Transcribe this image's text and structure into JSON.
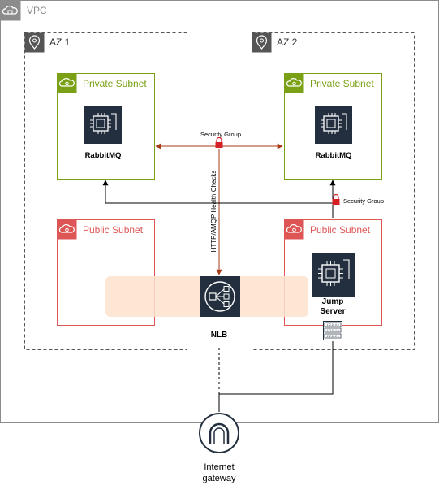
{
  "vpc": {
    "label": "VPC"
  },
  "az1": {
    "label": "AZ 1"
  },
  "az2": {
    "label": "AZ 2"
  },
  "private_subnet_1": {
    "label": "Private Subnet"
  },
  "private_subnet_2": {
    "label": "Private Subnet"
  },
  "public_subnet_1": {
    "label": "Public Subnet"
  },
  "public_subnet_2": {
    "label": "Public Subnet"
  },
  "rabbitmq_1": {
    "label": "RabbitMQ"
  },
  "rabbitmq_2": {
    "label": "RabbitMQ"
  },
  "jump_server": {
    "label_line1": "Jump",
    "label_line2": "Server"
  },
  "nlb": {
    "label": "NLB"
  },
  "internet_gateway": {
    "label_line1": "Internet",
    "label_line2": "gateway"
  },
  "edges": {
    "sg_between_rabbitmq": "Security Group",
    "sg_jump_to_rabbitmq": "Security Group",
    "health_checks": "HTTP/AMQP Health Checks"
  },
  "routing_table": {
    "rows": [
      "172.16.0.0",
      "172.16.1.0",
      "172.16.2.0"
    ]
  },
  "colors": {
    "edge": "#a83a14",
    "private_subnet": "#7aa116",
    "public_subnet": "#dd5555",
    "az_border": "#555555",
    "icon_dark": "#232f3e",
    "nlb_band": "#fde3cc"
  }
}
